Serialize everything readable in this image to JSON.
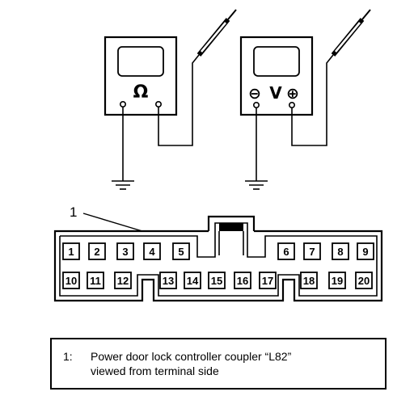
{
  "meters": {
    "ohmmeter": {
      "symbol": "Ω"
    },
    "voltmeter": {
      "neg_symbol": "⊖",
      "letter": "V",
      "pos_symbol": "⊕"
    }
  },
  "callout": {
    "number": "1"
  },
  "connector": {
    "top_row": [
      "1",
      "2",
      "3",
      "4",
      "5",
      "6",
      "7",
      "8",
      "9"
    ],
    "bottom_row": [
      "10",
      "11",
      "12",
      "13",
      "14",
      "15",
      "16",
      "17",
      "18",
      "19",
      "20"
    ]
  },
  "legend": {
    "number": "1:",
    "line1": "Power door lock controller coupler “L82”",
    "line2": "viewed from terminal side"
  },
  "colors": {
    "ink": "#000000",
    "background": "#ffffff"
  }
}
